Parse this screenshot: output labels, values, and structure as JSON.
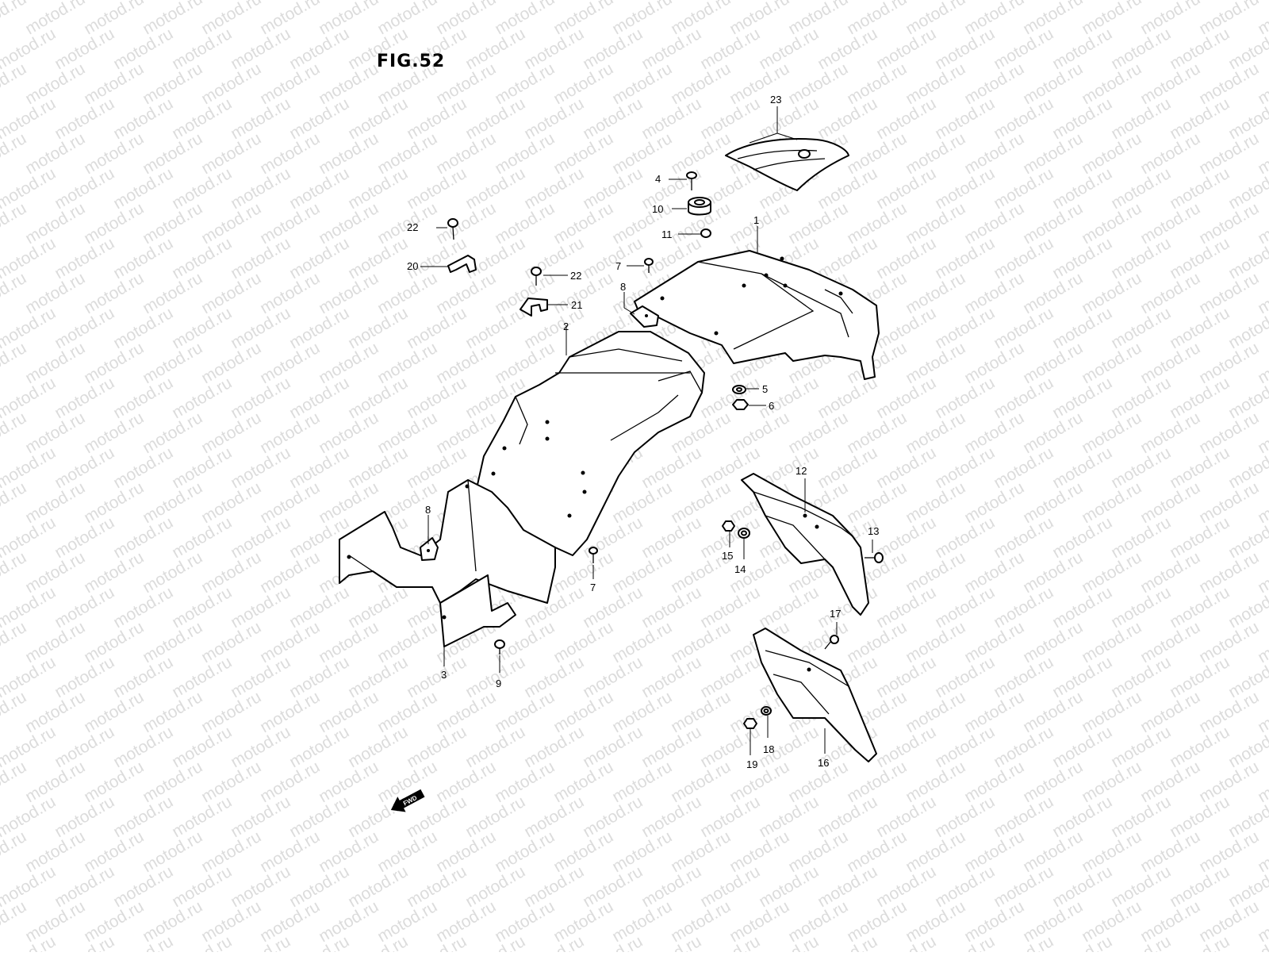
{
  "figure": {
    "title": "FIG.52"
  },
  "watermark": {
    "text": "motod.ru",
    "color": "#dcdcdc"
  },
  "fwd_indicator": {
    "text": "FWD"
  },
  "callouts": {
    "c1": "1",
    "c2": "2",
    "c3": "3",
    "c4": "4",
    "c5": "5",
    "c6": "6",
    "c7a": "7",
    "c7b": "7",
    "c8a": "8",
    "c8b": "8",
    "c9": "9",
    "c10": "10",
    "c11": "11",
    "c12": "12",
    "c13": "13",
    "c14": "14",
    "c15": "15",
    "c16": "16",
    "c17": "17",
    "c18": "18",
    "c19": "19",
    "c20": "20",
    "c21": "21",
    "c22a": "22",
    "c22b": "22",
    "c23": "23"
  }
}
